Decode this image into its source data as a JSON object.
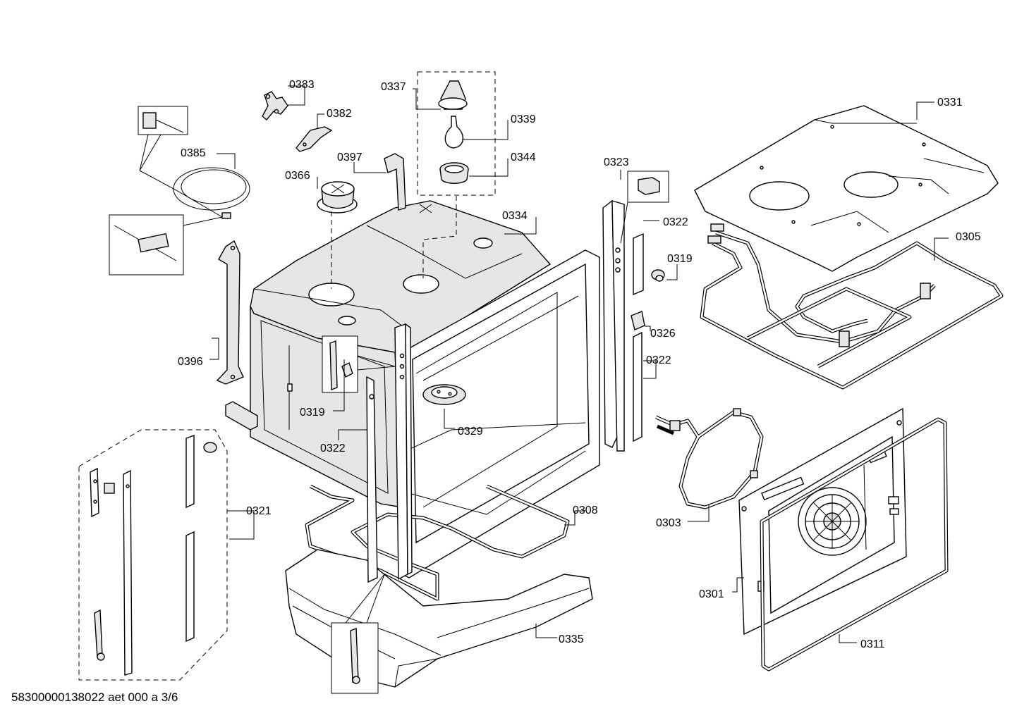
{
  "labels": {
    "p0383": "0383",
    "p0382": "0382",
    "p0385": "0385",
    "p0337": "0337",
    "p0339": "0339",
    "p0344": "0344",
    "p0397": "0397",
    "p0366": "0366",
    "p0334": "0334",
    "p0323": "0323",
    "p0322_a": "0322",
    "p0319_a": "0319",
    "p0326": "0326",
    "p0322_b": "0322",
    "p0331": "0331",
    "p0305": "0305",
    "p0396": "0396",
    "p0319_b": "0319",
    "p0322_c": "0322",
    "p0329": "0329",
    "p0321": "0321",
    "p0308": "0308",
    "p0303": "0303",
    "p0301": "0301",
    "p0335": "0335",
    "p0311": "0311"
  },
  "document_code": "58300000138022 aet 000 a 3/6"
}
